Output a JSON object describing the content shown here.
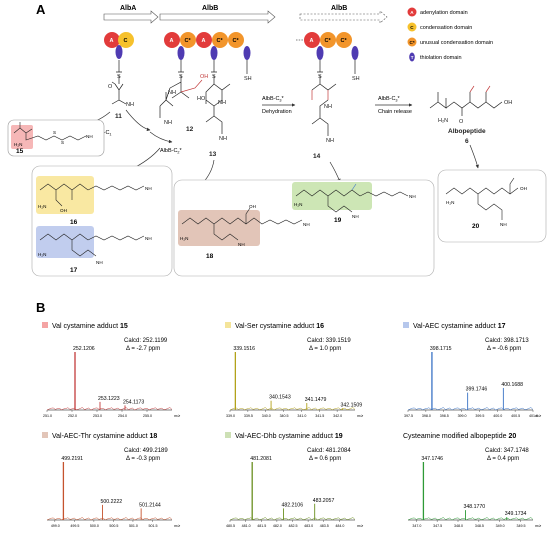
{
  "panelA": {
    "label": "A",
    "modules": [
      "AlbA",
      "AlbB",
      "AlbB"
    ],
    "legend": [
      {
        "letter": "A",
        "text": "adenylation domain",
        "color": "#e23b3b"
      },
      {
        "letter": "C",
        "text": "condensation domain",
        "color": "#f6c12c"
      },
      {
        "letter": "C*",
        "text": "unusual condensation domain",
        "color": "#f2952b"
      },
      {
        "letter": "T",
        "text": "thiolation domain",
        "color": "#4f3bb2"
      }
    ],
    "domain_letters": {
      "A": "A",
      "C": "C",
      "Cstar": "C*",
      "T": "T"
    },
    "compounds": {
      "c11": "11",
      "c12": "12",
      "c13": "13",
      "c14": "14",
      "c15": "15",
      "c16": "16",
      "c17": "17",
      "c18": "18",
      "c19": "19",
      "c20": "20"
    },
    "arrows": {
      "albA_c1": "AlbA-C",
      "albA_c1_sub": "1",
      "albB_c2": "AlbB-C",
      "albB_c2_sub": "2",
      "albB_c3_dehyd": "AlbB-C",
      "albB_c3_dehyd_sub": "3",
      "dehydration": "Dehydration",
      "albB_c3_release": "AlbB-C",
      "albB_c3_release_sub": "3",
      "chain_release": "Chain release"
    },
    "product": {
      "name": "Albopeptide",
      "number": "6"
    },
    "atom_labels": {
      "s": "S",
      "nh": "NH",
      "nh2": "NH",
      "h2n": "H₂N",
      "oh": "OH",
      "o": "O",
      "n": "N",
      "h": "H",
      "sh": "SH",
      "ho": "HO",
      "h2nsub": "2"
    }
  },
  "panelB": {
    "label": "B",
    "axis_unit": "m/z",
    "spectra": [
      {
        "title": "Val cystamine adduct",
        "num": "15",
        "color": "#c23b3b",
        "swatch": "#f4a4a4",
        "calcd": "Calcd: 252.1199",
        "delta": "Δ = -2.7 ppm",
        "peaks": [
          {
            "label": "252.1206",
            "x": 252.12,
            "h": 1.0
          },
          {
            "label": "253.1223",
            "x": 253.12,
            "h": 0.14
          },
          {
            "label": "254.1173",
            "x": 254.12,
            "h": 0.08
          }
        ],
        "xmin": 251.0,
        "xmax": 256.0,
        "ticks": [
          "251.0",
          "252.0",
          "253.0",
          "254.0",
          "255.0"
        ]
      },
      {
        "title": "Val-Ser cystamine adduct",
        "num": "16",
        "color": "#b3a21a",
        "swatch": "#f4e49a",
        "calcd": "Calcd: 339.1519",
        "delta": "Δ = 1.0 ppm",
        "peaks": [
          {
            "label": "339.1516",
            "x": 339.15,
            "h": 1.0
          },
          {
            "label": "340.1543",
            "x": 340.15,
            "h": 0.16
          },
          {
            "label": "341.1479",
            "x": 341.15,
            "h": 0.12
          },
          {
            "label": "342.1509",
            "x": 342.15,
            "h": 0.03
          }
        ],
        "xmin": 339.0,
        "xmax": 342.5,
        "ticks": [
          "339.0",
          "339.5",
          "340.0",
          "340.5",
          "341.0",
          "341.5",
          "342.0"
        ]
      },
      {
        "title": "Val-AEC cystamine adduct",
        "num": "17",
        "color": "#3a73c5",
        "swatch": "#b6c7ec",
        "calcd": "Calcd: 398.1713",
        "delta": "Δ = -0.6 ppm",
        "peaks": [
          {
            "label": "398.1715",
            "x": 398.17,
            "h": 1.0
          },
          {
            "label": "399.1746",
            "x": 399.17,
            "h": 0.3
          },
          {
            "label": "400.1688",
            "x": 400.17,
            "h": 0.38
          }
        ],
        "xmin": 397.5,
        "xmax": 401.0,
        "ticks": [
          "397.5",
          "398.0",
          "398.5",
          "399.0",
          "399.5",
          "400.0",
          "400.5",
          "401.0"
        ]
      },
      {
        "title": "Val-AEC-Thr cystamine adduct",
        "num": "18",
        "color": "#c5532e",
        "swatch": "#e2c5b8",
        "calcd": "Calcd: 499.2189",
        "delta": "Δ = -0.3 ppm",
        "peaks": [
          {
            "label": "499.2191",
            "x": 499.22,
            "h": 1.0
          },
          {
            "label": "500.2222",
            "x": 500.22,
            "h": 0.26
          },
          {
            "label": "501.2144",
            "x": 501.21,
            "h": 0.2
          }
        ],
        "xmin": 498.8,
        "xmax": 502.0,
        "ticks": [
          "499.0",
          "499.5",
          "500.0",
          "500.5",
          "501.0",
          "501.5"
        ]
      },
      {
        "title": "Val-AEC-Dhb cystamine adduct",
        "num": "19",
        "color": "#6a8f1f",
        "swatch": "#cde0b5",
        "calcd": "Calcd: 481.2084",
        "delta": "Δ = 0.6 ppm",
        "peaks": [
          {
            "label": "481.2081",
            "x": 481.21,
            "h": 1.0
          },
          {
            "label": "482.2106",
            "x": 482.21,
            "h": 0.2
          },
          {
            "label": "483.2057",
            "x": 483.21,
            "h": 0.28
          }
        ],
        "xmin": 480.5,
        "xmax": 484.5,
        "ticks": [
          "480.5",
          "481.0",
          "481.5",
          "482.0",
          "482.5",
          "483.0",
          "483.5",
          "484.0"
        ]
      },
      {
        "title": "Cysteamine modified albopeptide",
        "num": "20",
        "color": "#2e9a36",
        "swatch": null,
        "calcd": "Calcd: 347.1748",
        "delta": "Δ = 0.4 ppm",
        "peaks": [
          {
            "label": "347.1746",
            "x": 347.17,
            "h": 1.0
          },
          {
            "label": "348.1770",
            "x": 348.18,
            "h": 0.17
          },
          {
            "label": "349.1734",
            "x": 349.17,
            "h": 0.05
          }
        ],
        "xmin": 346.8,
        "xmax": 349.8,
        "ticks": [
          "347.0",
          "347.5",
          "348.0",
          "348.5",
          "349.0",
          "349.5"
        ]
      }
    ]
  }
}
